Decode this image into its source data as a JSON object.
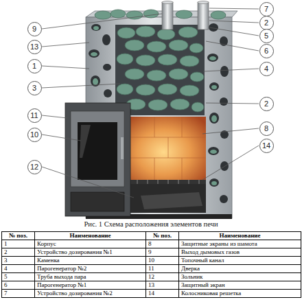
{
  "diagram": {
    "caption": "Рис. 1 Схема расположения элементов печи",
    "nodes": [
      {
        "text": [
          "7"
        ]
      },
      {
        "text": [
          "2"
        ]
      },
      {
        "text": [
          "9"
        ]
      },
      {
        "text": [
          "5"
        ]
      },
      {
        "text": [
          "13"
        ]
      },
      {
        "text": [
          "6"
        ]
      },
      {
        "text": [
          "1"
        ]
      },
      {
        "text": [
          "4"
        ]
      },
      {
        "text": [
          "3"
        ]
      },
      {
        "text": [
          "2"
        ]
      },
      {
        "text": [
          "11"
        ]
      },
      {
        "text": [
          "8"
        ]
      },
      {
        "text": [
          "10"
        ]
      },
      {
        "text": [
          "14"
        ]
      },
      {
        "text": [
          "12"
        ]
      }
    ],
    "labels": [
      "№ поз.",
      "Наименование",
      "№ поз.",
      "Наименование",
      "1",
      "Корпус",
      "8",
      "Защитные экраны из шамота",
      "2",
      "Устройство дозирования №1",
      "9",
      "Выход дымовых газов",
      "3",
      "Каменка",
      "10",
      "Топочный канал",
      "4",
      "Парогенератор №2",
      "11",
      "Дверка",
      "5",
      "Труба выхода пара",
      "12",
      "Зольник",
      "6",
      "Парогенератор №1",
      "13",
      "Защитный экран",
      "7",
      "Устройство дозирования №2",
      "14",
      "Колосниковая решетка"
    ]
  }
}
